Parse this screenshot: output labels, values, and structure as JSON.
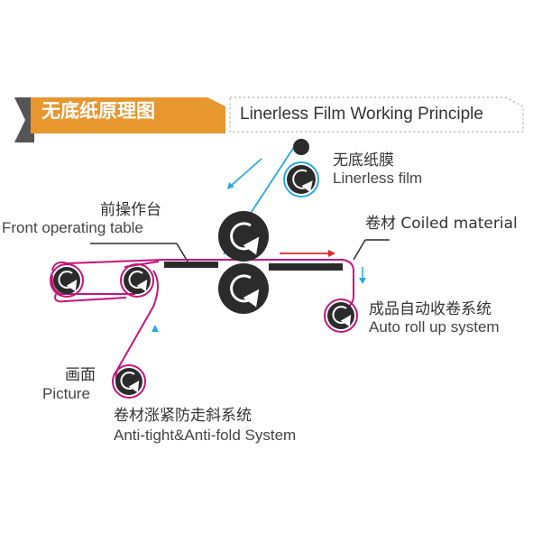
{
  "title": {
    "cn": "无底纸原理图",
    "en": "Linerless Film Working Principle"
  },
  "labels": {
    "linerless_film_cn": "无底纸膜",
    "linerless_film_en": "Linerless film",
    "front_table_cn": "前操作台",
    "front_table_en": "Front operating table",
    "coiled_material": "卷材 Coiled material",
    "auto_roll_cn": "成品自动收卷系统",
    "auto_roll_en": "Auto roll up system",
    "picture_cn": "画面",
    "picture_en": "Picture",
    "anti_system_cn": "卷材涨紧防走斜系统",
    "anti_system_en": "Anti-tight&Anti-fold System"
  },
  "colors": {
    "banner": "#e8962e",
    "banner_dark": "#555555",
    "film_line": "#29a8e0",
    "material_line": "#c4157a",
    "roller": "#2b2b2b",
    "roller_ring": "#c4157a",
    "film_ring": "#29a8e0",
    "red_arrow": "#e5242b",
    "blue_arrow": "#29a8e0"
  }
}
